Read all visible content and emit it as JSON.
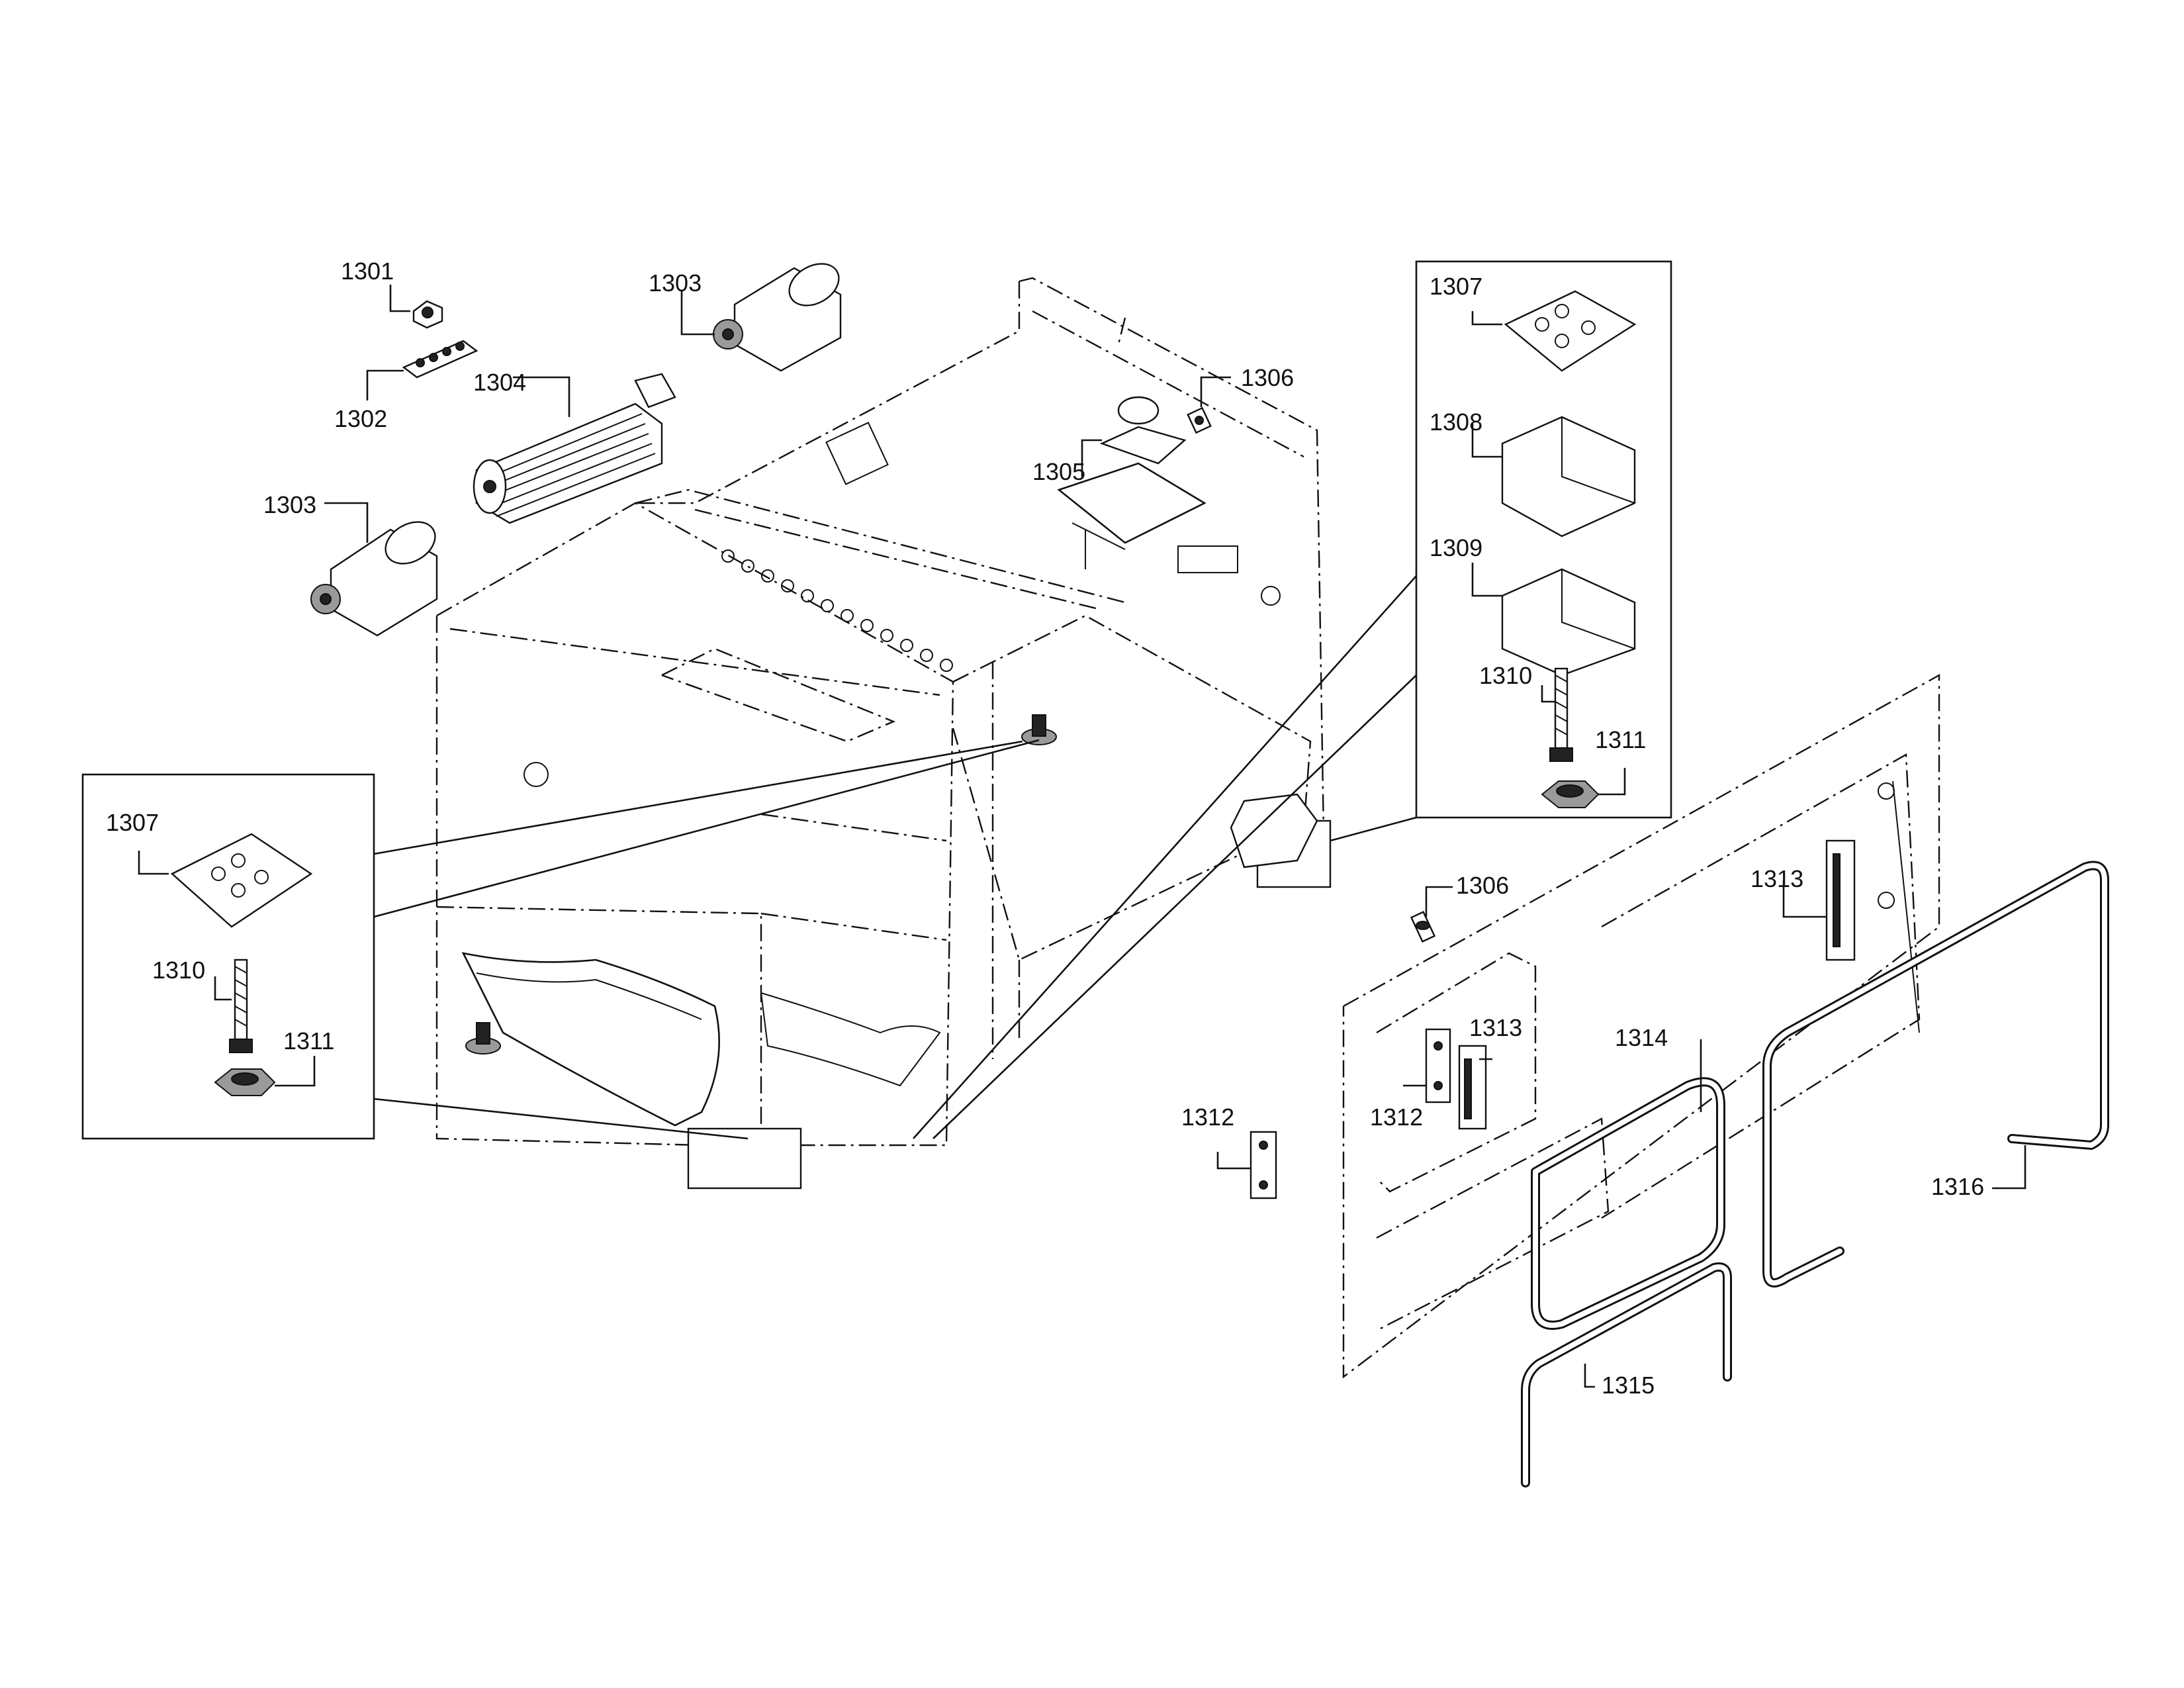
{
  "labels": {
    "p1301": "1301",
    "p1302": "1302",
    "p1303a": "1303",
    "p1303b": "1303",
    "p1304": "1304",
    "p1305": "1305",
    "p1306a": "1306",
    "p1306b": "1306",
    "p1307a": "1307",
    "p1307b": "1307",
    "p1308": "1308",
    "p1309": "1309",
    "p1310a": "1310",
    "p1310b": "1310",
    "p1311a": "1311",
    "p1311b": "1311",
    "p1312a": "1312",
    "p1312b": "1312",
    "p1313a": "1313",
    "p1313b": "1313",
    "p1314": "1314",
    "p1315": "1315",
    "p1316": "1316"
  },
  "colors": {
    "line": "#111111",
    "background": "#ffffff"
  }
}
